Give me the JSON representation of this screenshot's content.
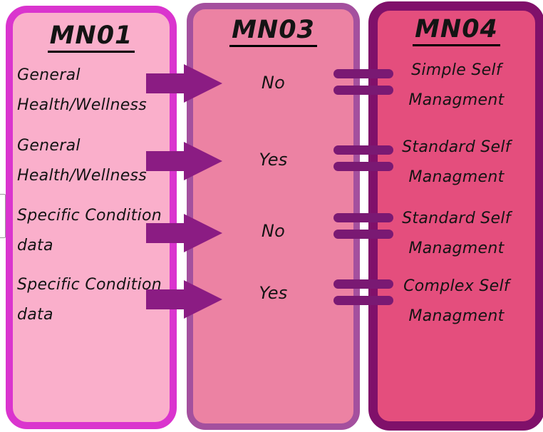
{
  "diagram": {
    "text_color": "#141414",
    "columns": [
      {
        "title": "MN01",
        "fill": "#FAAFCB",
        "border": "#DA34CE",
        "items": [
          {
            "lines": [
              "General",
              "Health/Wellness"
            ]
          },
          {
            "lines": [
              "General",
              "Health/Wellness"
            ]
          },
          {
            "lines": [
              "Specific Condition",
              "data"
            ]
          },
          {
            "lines": [
              "Specific Condition",
              "data"
            ]
          }
        ]
      },
      {
        "title": "MN03",
        "fill": "#EC82A3",
        "border": "#A4509E",
        "items": [
          {
            "lines": [
              "No"
            ]
          },
          {
            "lines": [
              "Yes"
            ]
          },
          {
            "lines": [
              "No"
            ]
          },
          {
            "lines": [
              "Yes"
            ]
          }
        ]
      },
      {
        "title": "MN04",
        "fill": "#E44E7D",
        "border": "#80106A",
        "items": [
          {
            "lines": [
              "Simple Self",
              "Managment"
            ]
          },
          {
            "lines": [
              "Standard Self",
              "Managment"
            ]
          },
          {
            "lines": [
              "Standard Self",
              "Managment"
            ]
          },
          {
            "lines": [
              "Complex Self",
              "Managment"
            ]
          }
        ]
      }
    ],
    "connectors": {
      "arrow_color": "#8B1C83",
      "equals_color": "#7A1973",
      "arrow_count": 4,
      "equals_count": 4
    }
  }
}
